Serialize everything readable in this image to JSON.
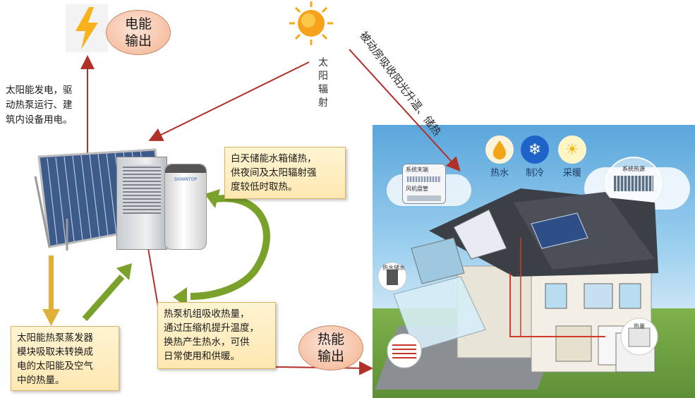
{
  "electric_output": {
    "label_line1": "电能",
    "label_line2": "输出",
    "icon": "lightning-bolt-icon"
  },
  "solar_power_desc": [
    "太阳能发电，驱",
    "动热泵运行、建",
    "筑内设备用电。"
  ],
  "sun": {
    "icon": "sun-icon",
    "label_chars": [
      "太",
      "阳",
      "辐",
      "射"
    ]
  },
  "passive_house_text": "被动房吸收阳光升温、储热",
  "water_tank_note": [
    "白天储能水箱储热，",
    "供夜间及太阳辐射强",
    "度较低时取热。"
  ],
  "evaporator_note": [
    "太阳能热泵蒸发器",
    "模块吸取未转换成",
    "电的太阳能及空气",
    "中的热量。"
  ],
  "heat_pump_note": [
    "热泵机组吸收热量，",
    "通过压缩机提升温度，",
    "换热产生热水，可供",
    "日常使用和供暖。"
  ],
  "heat_output": {
    "label_line1": "热能",
    "label_line2": "输出"
  },
  "equipment_brand": "DOWNTOP",
  "house": {
    "features": [
      {
        "label": "热水",
        "icon": "water-drop-icon",
        "color": "#f2a516"
      },
      {
        "label": "制冷",
        "icon": "snowflake-icon",
        "color": "#1e63c8"
      },
      {
        "label": "采暖",
        "icon": "sun-warm-icon",
        "color": "#f4c21a"
      }
    ],
    "thumb_left": [
      "系统末端",
      "风机盘管"
    ],
    "thumb_right": "系统热源",
    "thumb_bottom_left": "热水储水",
    "thumb_bottom_right": "热量"
  },
  "colors": {
    "red_arrow": "#b0302a",
    "green_arrow": "#7aa22a",
    "gold_arrow": "#e0b13a",
    "oval_fill": "#f6c1a4",
    "note_fill": "#fde8b2"
  }
}
